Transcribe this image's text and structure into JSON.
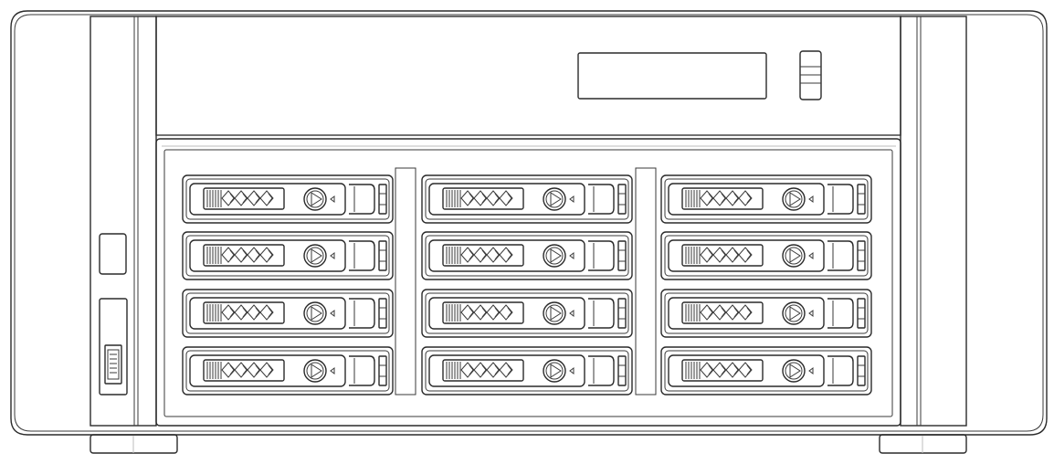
{
  "device": {
    "kind": "rackmount storage enclosure (front view, line drawing)",
    "bays": {
      "rows": 4,
      "columns": 3,
      "total": 12
    },
    "front_panel": {
      "lcd_display": "lcd-display",
      "rocker_switch": "rocker-switch",
      "power_button": "power-button",
      "usb_port": "usb-port-icon"
    },
    "colors": {
      "line": "#2a2a2a",
      "background": "#ffffff",
      "light_line": "#bdbdbd"
    }
  }
}
